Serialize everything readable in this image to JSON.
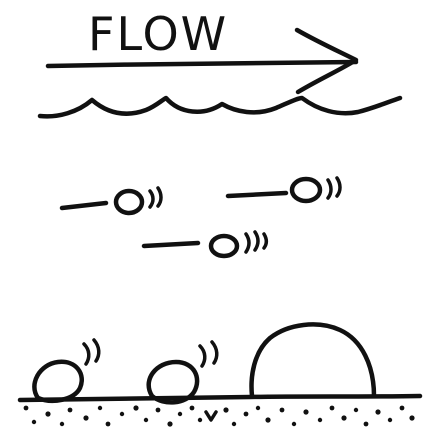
{
  "diagram": {
    "flow_label": "FLOW",
    "ink_color": "#111111",
    "background": "#ffffff",
    "water_surface_waves": 6,
    "suspended_particles": 3,
    "bed_particles": 2,
    "bed_mound": 1
  }
}
